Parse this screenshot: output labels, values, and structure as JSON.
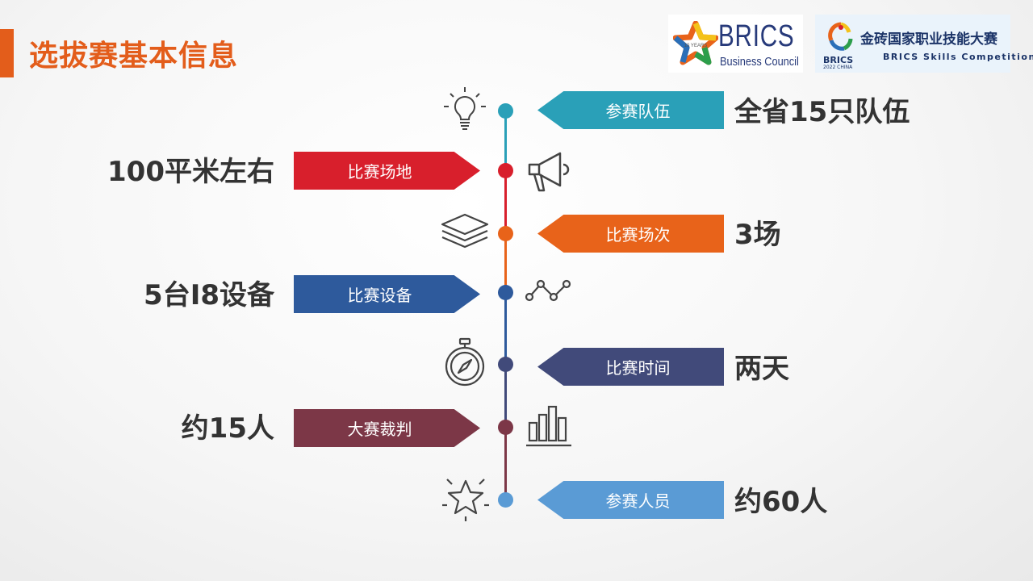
{
  "title": "选拔赛基本信息",
  "logos": {
    "brics": {
      "badge": "10 YEARS",
      "name": "BRICS",
      "sub": "Business Council"
    },
    "skills": {
      "cn": "金砖国家职业技能大赛",
      "en": "BRICS Skills Competition",
      "brics": "BRICS",
      "year": "2022 CHINA"
    }
  },
  "items": [
    {
      "label": "参赛队伍",
      "value": "全省15只队伍",
      "color": "#2aa0b8",
      "icon": "lightbulb-icon"
    },
    {
      "label": "比赛场地",
      "value": "100平米左右",
      "color": "#d81f2c",
      "icon": "megaphone-icon"
    },
    {
      "label": "比赛场次",
      "value": "3场",
      "color": "#e8631a",
      "icon": "layers-icon"
    },
    {
      "label": "比赛设备",
      "value": "5台I8设备",
      "color": "#2e5a9c",
      "icon": "line-chart-icon"
    },
    {
      "label": "比赛时间",
      "value": "两天",
      "color": "#414a7a",
      "icon": "compass-icon"
    },
    {
      "label": "大赛裁判",
      "value": "约15人",
      "color": "#7c3747",
      "icon": "bar-chart-icon"
    },
    {
      "label": "参赛人员",
      "value": "约60人",
      "color": "#5a9bd5",
      "icon": "star-icon"
    }
  ]
}
